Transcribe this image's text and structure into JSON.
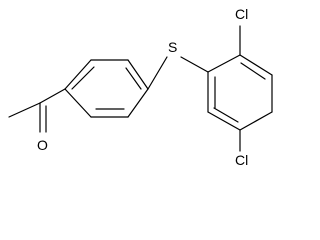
{
  "molecule": {
    "atoms": {
      "sulfur": "S",
      "chlorine_top": "Cl",
      "chlorine_bottom": "Cl",
      "oxygen": "O"
    }
  },
  "colors": {
    "line": "#000000",
    "background": "#ffffff"
  }
}
